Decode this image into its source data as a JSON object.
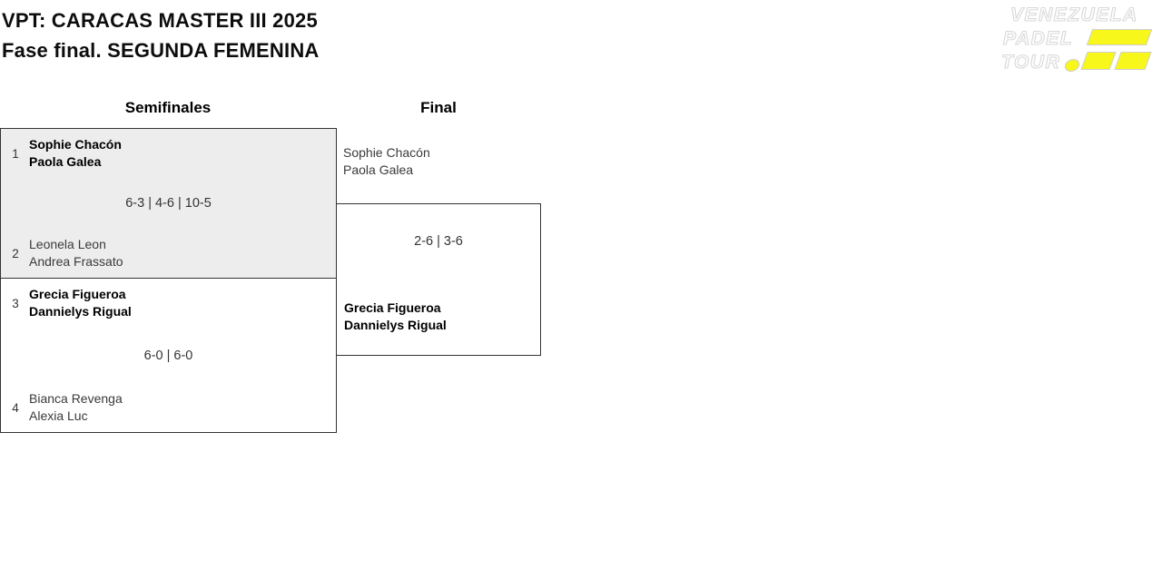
{
  "header": {
    "title_line1": "VPT: CARACAS MASTER III 2025",
    "title_line2": "Fase final. SEGUNDA FEMENINA"
  },
  "logo": {
    "word1": "VENEZUELA",
    "word2": "PADEL",
    "word3": "TOUR",
    "accent_color": "#f7f71b"
  },
  "colors": {
    "match_fill_highlight": "#ededed",
    "border": "#333333"
  },
  "rounds": {
    "semifinals_label": "Semifinales",
    "final_label": "Final"
  },
  "bracket": {
    "semifinals": [
      {
        "seed_top": "1",
        "team_top": {
          "player1": "Sophie Chacón",
          "player2": "Paola Galea",
          "winner": true
        },
        "score": "6-3 | 4-6 | 10-5",
        "seed_bottom": "2",
        "team_bottom": {
          "player1": "Leonela Leon",
          "player2": "Andrea Frassato",
          "winner": false
        }
      },
      {
        "seed_top": "3",
        "team_top": {
          "player1": "Grecia Figueroa",
          "player2": "Dannielys Rigual",
          "winner": true
        },
        "score": "6-0 | 6-0",
        "seed_bottom": "4",
        "team_bottom": {
          "player1": "Bianca Revenga",
          "player2": "Alexia Luc",
          "winner": false
        }
      }
    ],
    "final": {
      "team_top": {
        "player1": "Sophie Chacón",
        "player2": "Paola Galea",
        "winner": false
      },
      "score": "2-6 | 3-6",
      "team_bottom": {
        "player1": "Grecia Figueroa",
        "player2": "Dannielys Rigual",
        "winner": true
      }
    }
  }
}
